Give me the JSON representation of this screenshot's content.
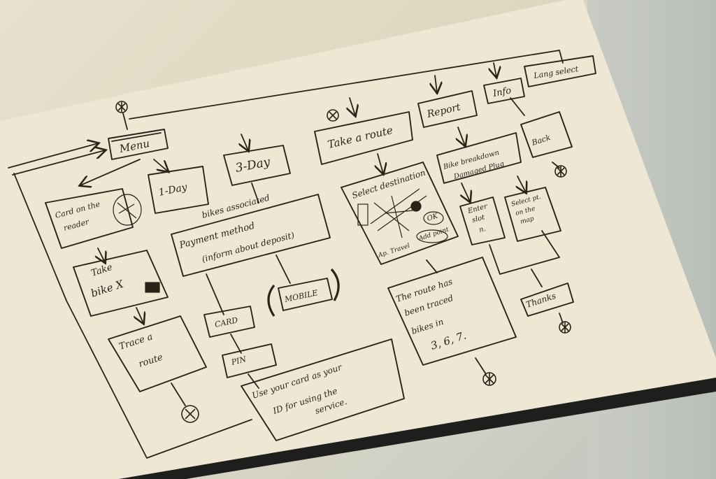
{
  "colors": {
    "ink": "#2a2418",
    "paper": "#ede7d3",
    "shadow": "#1a1a18"
  },
  "nodes": {
    "menu": "Menu",
    "one_day": "1-Day",
    "three_day": "3-Day",
    "take_route": "Take a route",
    "report": "Report",
    "info": "Info",
    "lang_select": "Lang select",
    "card_reader": [
      "Card on the",
      "reader"
    ],
    "take_bike": [
      "Take",
      "bike X"
    ],
    "trace_route": [
      "Trace a",
      "route"
    ],
    "bikes_associated": "bikes associated",
    "payment_method": [
      "Payment method",
      "(inform about deposit)"
    ],
    "mobile": "MOBILE",
    "card": "CARD",
    "pin": "PIN",
    "use_card": [
      "Use your card as your",
      "ID for using the",
      "service."
    ],
    "select_destination": "Select destination",
    "map_ok": "OK",
    "map_travel": "Ap. Travel",
    "map_add_point": "Add point",
    "route_traced": [
      "The route has",
      "been traced",
      "bikes in",
      "3, 6, 7."
    ],
    "bike_breakdown": [
      "Bike breakdown",
      "Damaged Plug"
    ],
    "enter_slot": [
      "Enter",
      "slot",
      "n."
    ],
    "select_point": [
      "Select pt.",
      "on the",
      "map"
    ],
    "thanks": "Thanks",
    "back": "Back"
  }
}
